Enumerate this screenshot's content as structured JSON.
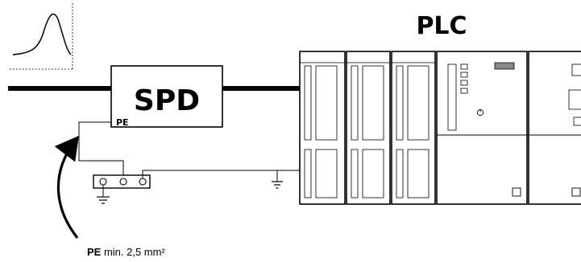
{
  "title_plc": "PLC",
  "spd_label": "SPD",
  "spd_pe_label": "PE",
  "note": {
    "pe_prefix": "PE",
    "text": " min. 2,5 mm²"
  },
  "icons": {
    "surge": "surge-pulse-icon",
    "ground": "ground-icon",
    "power_led": "power-led-icon"
  }
}
